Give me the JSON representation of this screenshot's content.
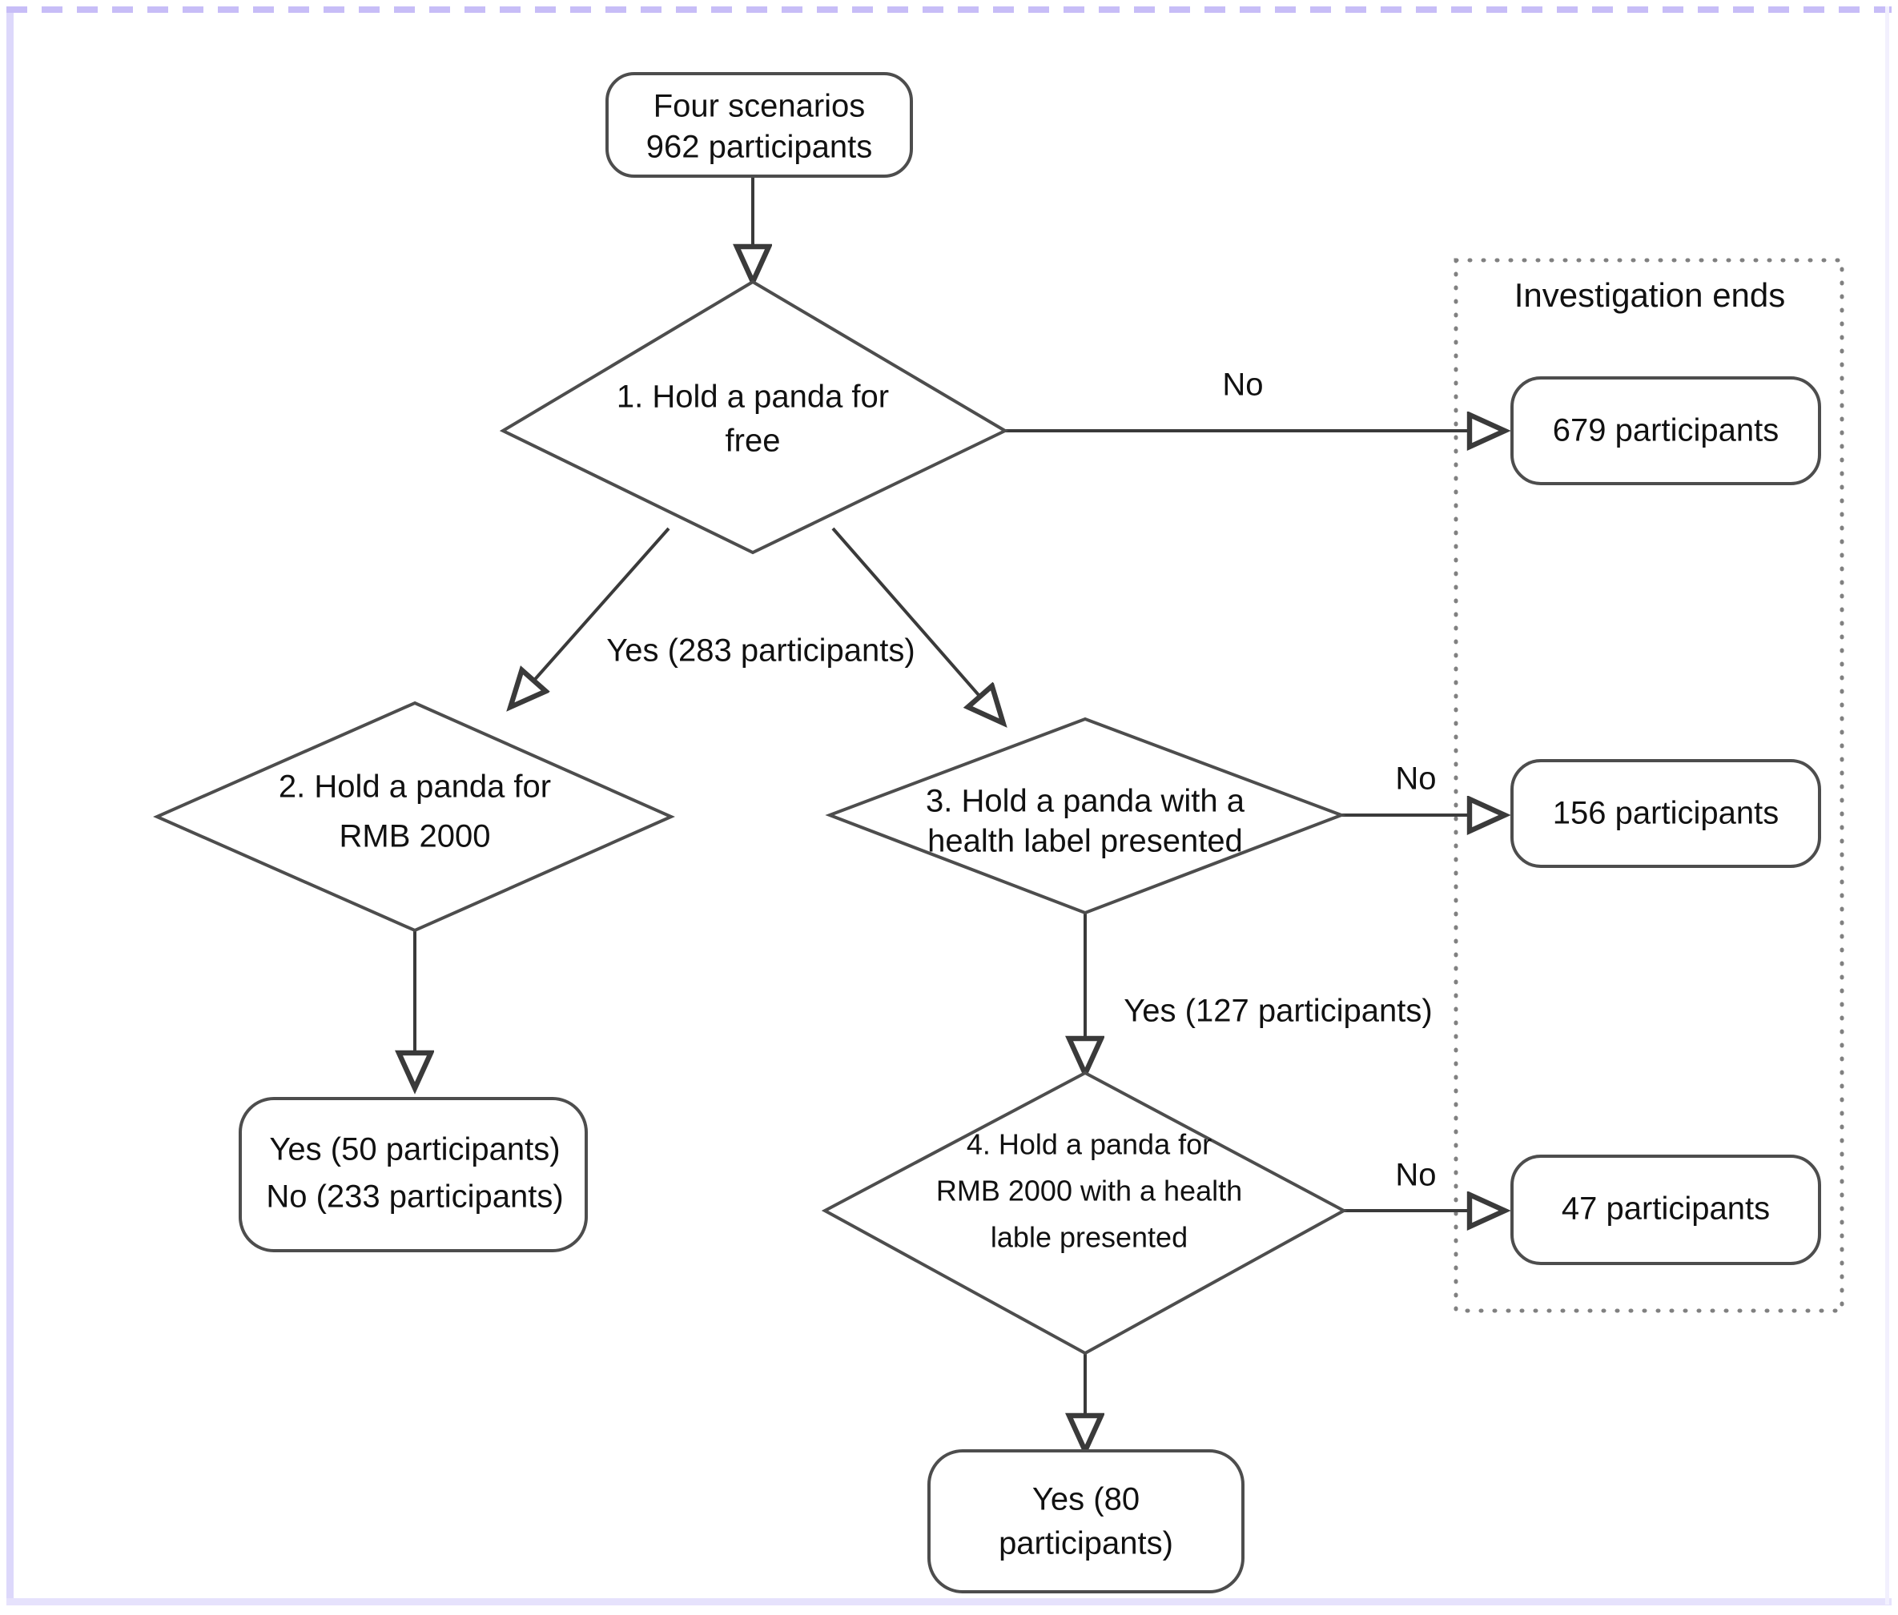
{
  "diagram": {
    "type": "flowchart",
    "title": "",
    "group": {
      "label": "Investigation ends"
    },
    "nodes": [
      {
        "id": "start",
        "kind": "rounded-rect",
        "lines": [
          "Four scenarios",
          "962 participants"
        ]
      },
      {
        "id": "d1",
        "kind": "diamond",
        "lines": [
          "1. Hold a panda for",
          "free"
        ]
      },
      {
        "id": "end1",
        "kind": "rounded-rect",
        "lines": [
          "679 participants"
        ]
      },
      {
        "id": "d2",
        "kind": "diamond",
        "lines": [
          "2. Hold a panda for",
          "RMB 2000"
        ]
      },
      {
        "id": "d3",
        "kind": "diamond",
        "lines": [
          "3. Hold a panda with a",
          "health label presented"
        ]
      },
      {
        "id": "end2",
        "kind": "rounded-rect",
        "lines": [
          "156 participants"
        ]
      },
      {
        "id": "res2",
        "kind": "rounded-rect",
        "lines": [
          "Yes (50 participants)",
          "No (233 participants)"
        ]
      },
      {
        "id": "d4",
        "kind": "diamond",
        "lines": [
          "4. Hold a panda for",
          "RMB 2000 with a health",
          "lable presented"
        ]
      },
      {
        "id": "end3",
        "kind": "rounded-rect",
        "lines": [
          "47 participants"
        ]
      },
      {
        "id": "res4",
        "kind": "rounded-rect",
        "lines": [
          "Yes (80",
          "participants)"
        ]
      }
    ],
    "edges": [
      {
        "id": "e-start-d1",
        "from": "start",
        "to": "d1",
        "label": ""
      },
      {
        "id": "e-d1-end1",
        "from": "d1",
        "to": "end1",
        "label": "No"
      },
      {
        "id": "e-d1-d2",
        "from": "d1",
        "to": "d2",
        "label": "Yes (283 participants)"
      },
      {
        "id": "e-d1-d3",
        "from": "d1",
        "to": "d3",
        "label": ""
      },
      {
        "id": "e-d3-end2",
        "from": "d3",
        "to": "end2",
        "label": "No"
      },
      {
        "id": "e-d2-res2",
        "from": "d2",
        "to": "res2",
        "label": ""
      },
      {
        "id": "e-d3-d4",
        "from": "d3",
        "to": "d4",
        "label": "Yes (127 participants)"
      },
      {
        "id": "e-d4-end3",
        "from": "d4",
        "to": "end3",
        "label": "No"
      },
      {
        "id": "e-d4-res4",
        "from": "d4",
        "to": "res4",
        "label": ""
      }
    ],
    "colors": {
      "shape_stroke": "#4d4d4d",
      "edge_stroke": "#3a3a3a",
      "group_stroke": "#808080",
      "text": "#111111",
      "frame": "#c7bdf7",
      "background": "#ffffff"
    }
  }
}
